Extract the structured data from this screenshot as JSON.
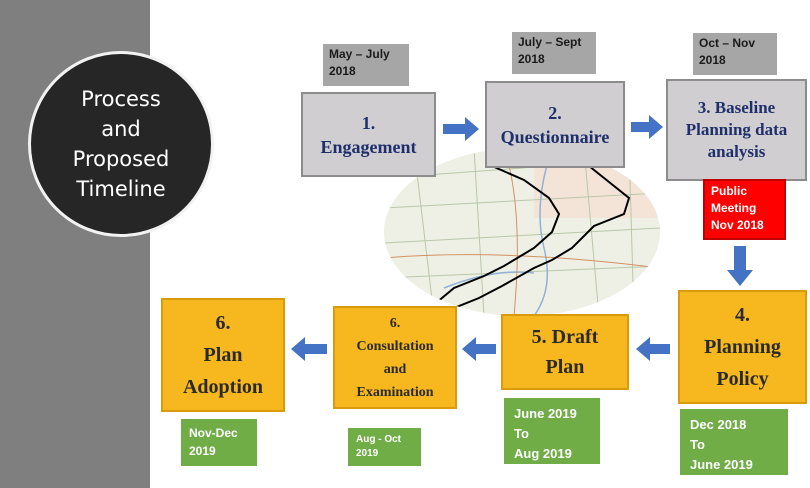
{
  "title": "Process\nand\nProposed\nTimeline",
  "stages": {
    "s1": "1.\nEngagement",
    "s2": "2.\nQuestionnaire",
    "s3": "3. Baseline\nPlanning data\nanalysis",
    "s4": "4.\nPlanning\nPolicy",
    "s5": "5. Draft\nPlan",
    "s6a": "6.\nConsultation\nand\nExamination",
    "s6b": "6.\nPlan\nAdoption"
  },
  "dates": {
    "d1": "May – July\n2018",
    "d2": "July – Sept\n2018",
    "d3": "Oct – Nov\n2018",
    "meeting": "Public\nMeeting\nNov 2018",
    "d4": "Dec  2018\nTo\nJune 2019",
    "d5": "June 2019\nTo\nAug 2019",
    "d6a": "Aug - Oct\n2019",
    "d6b": "Nov-Dec\n2019"
  },
  "colors": {
    "sidebar": "#7f7f7f",
    "circle": "#262626",
    "grey_box": "#d0ced1",
    "gold_box": "#f7b81f",
    "green_box": "#70ad47",
    "red_box": "#ff0000",
    "arrow": "#4472c4"
  }
}
